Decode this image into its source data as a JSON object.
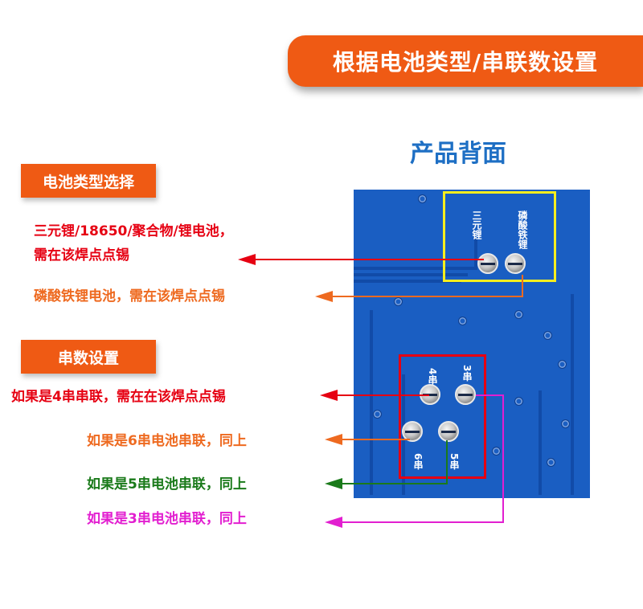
{
  "header": {
    "title": "根据电池类型/串联数设置"
  },
  "back_title": "产品背面",
  "battery_type": {
    "tag": "电池类型选择",
    "ternary_line1": "三元锂/18650/聚合物/锂电池，",
    "ternary_line2": "需在该焊点点锡",
    "lfp": "磷酸铁锂电池，需在该焊点点锡"
  },
  "series": {
    "tag": "串数设置",
    "s4": "如果是4串串联，需在在该焊点点锡",
    "s6": "如果是6串电池串联，同上",
    "s5": "如果是5串电池串联，同上",
    "s3": "如果是3串电池串联，同上"
  },
  "pcb_silk": {
    "ternary": "三元锂",
    "lfp": "磷酸铁锂",
    "p4": "4串",
    "p3": "3串",
    "p6": "6串",
    "p5": "5串"
  },
  "colors": {
    "accent_orange": "#ef5a14",
    "title_blue": "#1e6fc4",
    "pcb_blue": "#1a5ec2",
    "red": "#e60012",
    "orange": "#ee6a20",
    "green": "#1a7a1a",
    "magenta": "#e21fd0",
    "yellow": "#f6ee1e"
  }
}
